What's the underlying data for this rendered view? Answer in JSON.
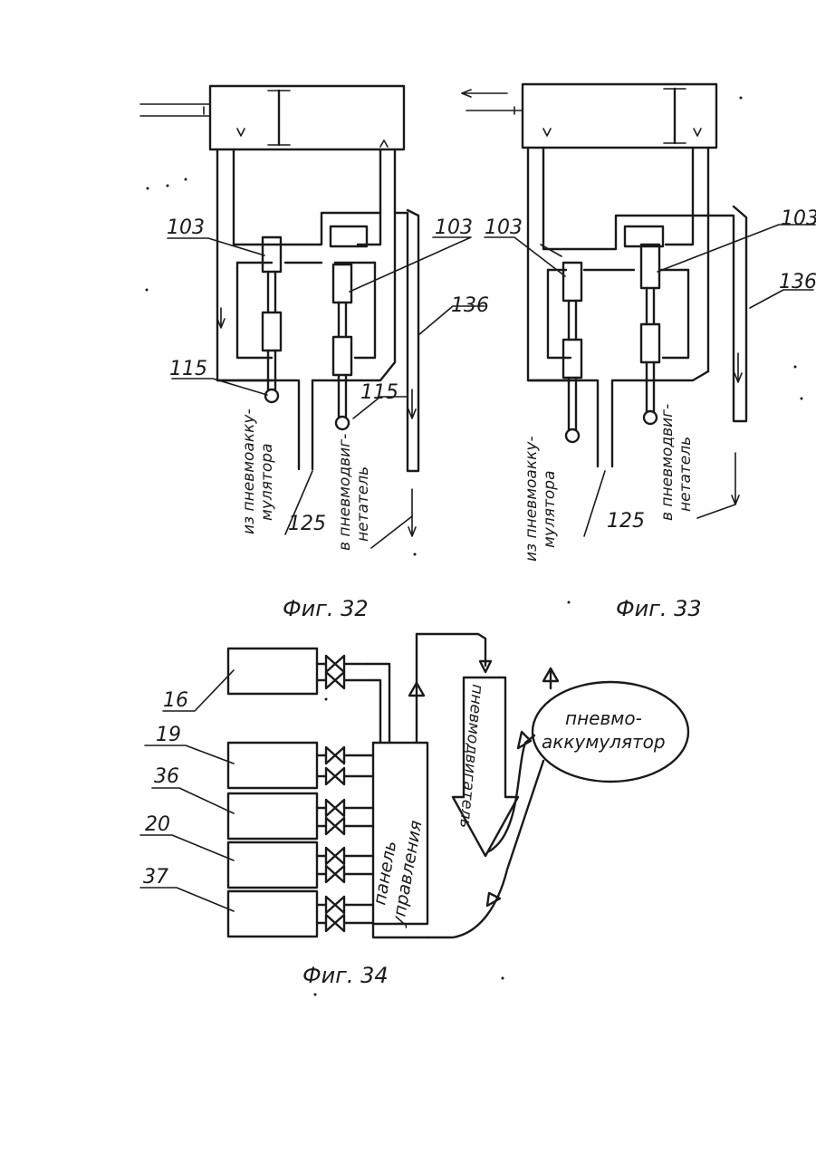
{
  "figures": {
    "fig32": {
      "caption": "Фиг. 32",
      "labels": {
        "valve_left": "103",
        "valve_right": "103",
        "rod_left": "115",
        "rod_right": "115",
        "line_out": "136",
        "line_in": "125",
        "from_accumulator": "из пневмоакку-",
        "from_accumulator_2": "мулятора",
        "to_motor": "в пневмодвиг-",
        "to_motor_2": "нетатель"
      }
    },
    "fig33": {
      "caption": "Фиг. 33",
      "labels": {
        "valve_left": "103",
        "valve_right": "103",
        "line_out": "136",
        "line_in": "125",
        "from_accumulator": "из пневмоакку-",
        "from_accumulator_2": "мулятора",
        "to_motor": "в пневмодвиг-",
        "to_motor_2": "нетатель"
      }
    },
    "fig34": {
      "caption": "Фиг. 34",
      "units": [
        "16",
        "19",
        "36",
        "20",
        "37"
      ],
      "panel_label_1": "панель",
      "panel_label_2": "управления",
      "motor_label": "пневмодвигатель",
      "accumulator_label_1": "пневмо-",
      "accumulator_label_2": "аккумулятор"
    }
  }
}
